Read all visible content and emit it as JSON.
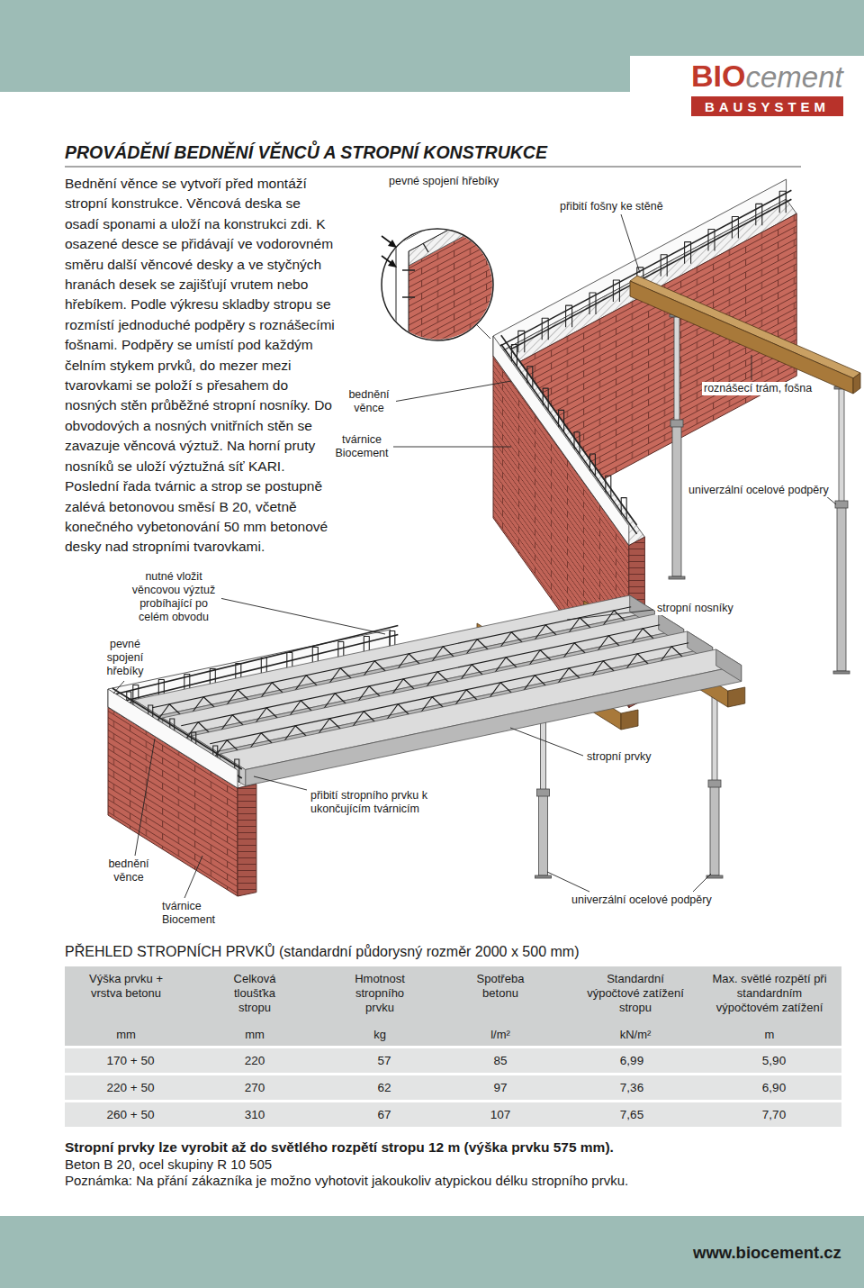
{
  "diagram": {
    "title": "PROVÁDĚNÍ BEDNĚNÍ VĚNCŮ A STROPNÍ KONSTRUKCE",
    "nodes": [
      {
        "text": [
          "BAUSYSTEM"
        ]
      }
    ],
    "labels": [
      "BIO",
      "cement",
      "Bednění věnce se vytvoří před montáží stropní konstrukce. Věncová deska se osadí sponami a uloží na konstrukci zdi. K osazené desce se přidávají ve vodorovném směru další věncové desky a ve styčných hranách desek se zajišťují vrutem nebo hřebíkem. Podle výkresu skladby stropu se rozmístí jednoduché podpěry s roznášecími fošnami. Podpěry se umístí pod každým čelním stykem prvků, do mezer mezi tvarovkami se položí s přesahem do nosných stěn průběžné stropní nosníky. Do obvodových a nosných vnitřních stěn se zavazuje věncová výztuž. Na horní pruty nosníků se uloží výztužná síť KARI. Poslední řada tvárnic a strop se postupně zalévá betonovou směsí B 20, včetně konečného vybetonování 50 mm betonové desky nad stropními tvarovkami.",
      "pevné spojení hřebíky",
      "přibití fošny ke stěně",
      "bednění věnce",
      "tvárnice Biocement",
      "roznášecí trám, fošna",
      "univerzální ocelové podpěry",
      "nutné vložit věncovou výztuž probíhající po celém obvodu",
      "stropní nosníky",
      "pevné spojení hřebíky",
      "stropní prvky",
      "přibití stropního prvku k ukončujícím tvárnicím",
      "bednění věnce",
      "tvárnice Biocement",
      "univerzální ocelové podpěry",
      "PŘEHLED STROPNÍCH PRVKŮ (standardní půdorysný rozměr 2000 x 500 mm)",
      "Výška prvku + vrstva betonu",
      "Celková tloušťka stropu",
      "Hmotnost stropního prvku",
      "Spotřeba betonu",
      "Standardní výpočtové zatížení stropu",
      "Max. světlé rozpětí při standardním výpočtovém zatížení",
      "mm",
      "mm",
      "kg",
      "l/m²",
      "kN/m²",
      "m",
      "170 + 50",
      "220",
      "57",
      "85",
      "6,99",
      "5,90",
      "220 + 50",
      "270",
      "62",
      "97",
      "7,36",
      "6,90",
      "260 + 50",
      "310",
      "67",
      "107",
      "7,65",
      "7,70",
      "Stropní prvky lze vyrobit až do světlého rozpětí stropu 12 m (výška prvku 575 mm).",
      "Beton B 20, ocel skupiny R 10 505",
      "Poznámka: Na přání zákazníka je možno vyhotovit jakoukoliv atypickou délku stropního prvku.",
      "www.biocement.cz"
    ]
  }
}
